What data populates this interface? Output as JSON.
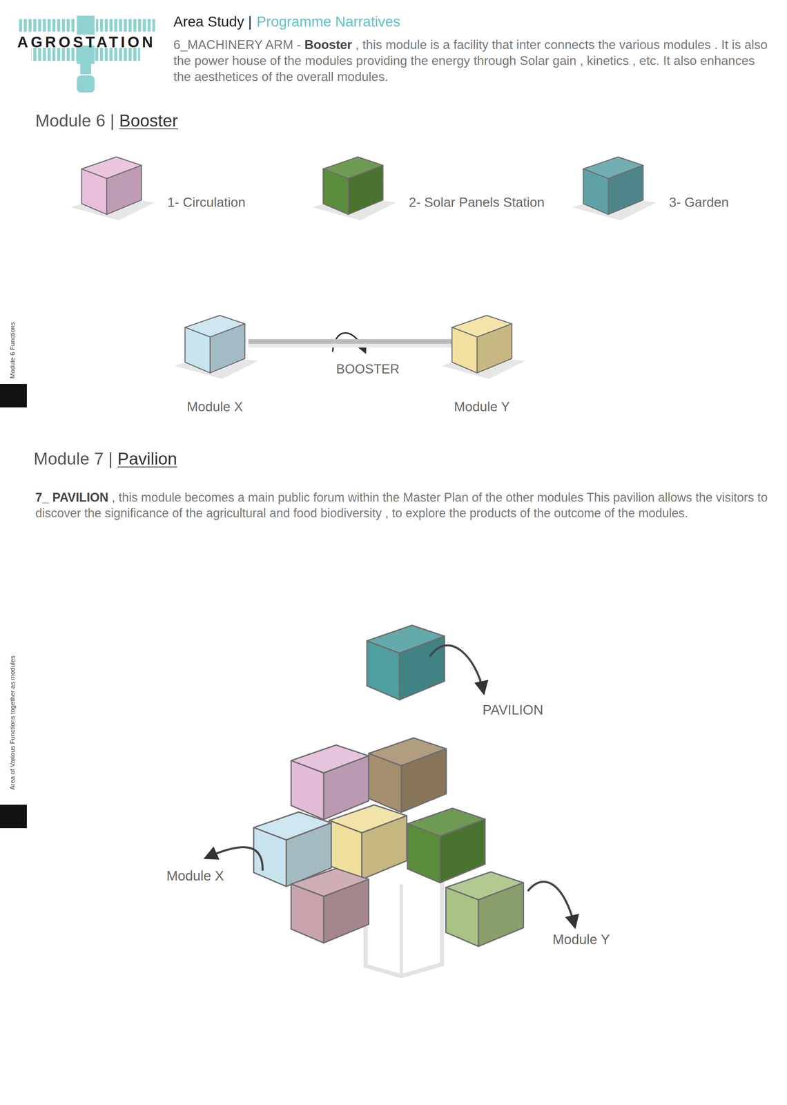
{
  "diagram": {
    "nodes": [
      {
        "text": [
          "Module X"
        ]
      },
      {
        "text": [
          "Module Y"
        ]
      }
    ],
    "edges": [
      {
        "from": 0,
        "to": 1,
        "arrow": "none",
        "label": "BOOSTER"
      }
    ],
    "labels": [
      "AGROSTATION",
      "Area Study |",
      "Programme Narratives",
      "6_MACHINERY ARM -",
      "Booster",
      ", this module is a facility that inter connects the various modules . It is also the power house of the modules providing the energy through Solar gain , kinetics , etc. It also enhances the aesthetices of the overall modules.",
      "Module 6 |",
      "Booster",
      "Module 6 Functions",
      "Module 7 |",
      "Pavilion",
      "7_ PAVILION",
      ", this module becomes a main public forum within the Master Plan of the other modules This pavilion allows the visitors to discover the significance of the agricultural and food biodiversity , to explore the products of the outcome of the modules.",
      "PAVILION",
      "Module X",
      "Module Y",
      "Area of Various Functions together as modules"
    ],
    "legend": [
      {
        "text": "1- Circulation",
        "color": "#e8bedb"
      },
      {
        "text": "2- Solar Panels Station",
        "color": "#5b8c3b"
      },
      {
        "text": "3- Garden",
        "color": "#5fa2a6"
      }
    ]
  }
}
